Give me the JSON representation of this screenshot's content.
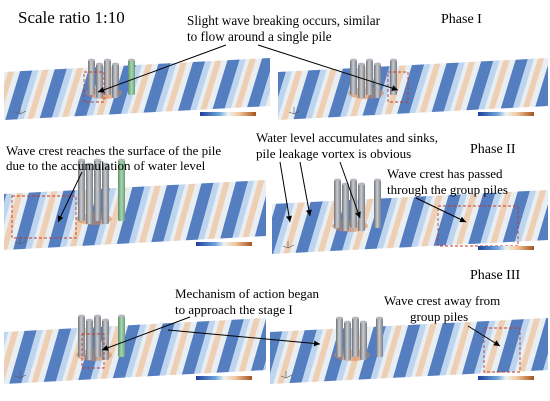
{
  "scale_label": "Scale ratio 1:10",
  "phases": [
    {
      "label": "Phase I"
    },
    {
      "label": "Phase II"
    },
    {
      "label": "Phase III"
    }
  ],
  "annotations": {
    "slight_breaking": [
      "Slight wave breaking occurs, similar",
      "to flow around a single pile"
    ],
    "crest_surface": [
      "Wave crest reaches the surface of the pile",
      "due to the accumulation of water level"
    ],
    "water_level": [
      "Water level accumulates and sinks,",
      "pile leakage vortex is obvious"
    ],
    "crest_passed": [
      "Wave  crest  has  passed",
      "through the group piles"
    ],
    "mechanism": [
      "Mechanism of action began",
      "to approach the stage I"
    ],
    "crest_away": [
      "Wave crest away from",
      "group piles"
    ]
  },
  "colors": {
    "deep_blue": "#2c5fb3",
    "light_blue": "#b8d2ee",
    "pale": "#e9eef2",
    "peach": "#f0c7a3",
    "orange": "#d9844a",
    "pile_gray": "#8e9298",
    "dash_box": "#c0392b"
  }
}
